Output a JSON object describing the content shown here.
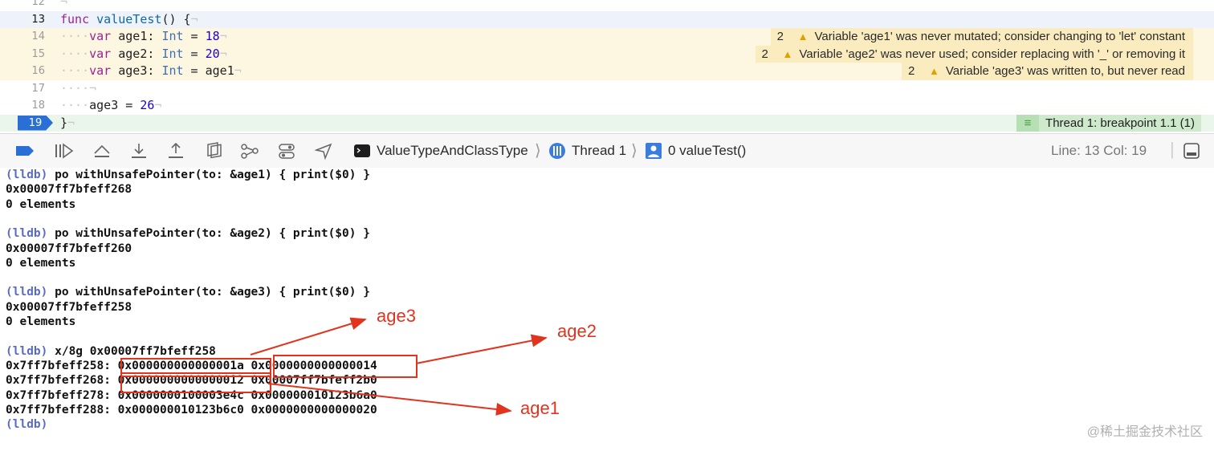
{
  "editor": {
    "lines": [
      {
        "num": "12",
        "text": "¬"
      },
      {
        "num": "13",
        "kw": "func",
        "name": "valueTest",
        "rest": "() {"
      },
      {
        "num": "14",
        "var": "var",
        "id": "age1",
        "type": "Int",
        "op": " = ",
        "val": "18"
      },
      {
        "num": "15",
        "var": "var",
        "id": "age2",
        "type": "Int",
        "op": " = ",
        "val": "20"
      },
      {
        "num": "16",
        "var": "var",
        "id": "age3",
        "type": "Int",
        "op": " = ",
        "val": "age1"
      },
      {
        "num": "17",
        "text": "····¬"
      },
      {
        "num": "18",
        "id": "age3",
        "op": " = ",
        "val": "26"
      },
      {
        "num": "19",
        "text": "}"
      }
    ],
    "warnings": [
      {
        "count": "2",
        "text": "Variable 'age1' was never mutated; consider changing to 'let' constant"
      },
      {
        "count": "2",
        "text": "Variable 'age2' was never used; consider replacing with '_' or removing it"
      },
      {
        "count": "2",
        "text": "Variable 'age3' was written to, but never read"
      }
    ],
    "breakpoint_note": "Thread 1: breakpoint 1.1 (1)"
  },
  "toolbar": {
    "target": "ValueTypeAndClassType",
    "thread": "Thread 1",
    "frame": "0 valueTest()",
    "line_col": "Line: 13  Col: 19"
  },
  "console": {
    "lines": [
      {
        "prompt": "(lldb)",
        "cmd": " po withUnsafePointer(to: &age1) { print($0) }"
      },
      {
        "text": "0x00007ff7bfeff268"
      },
      {
        "text": "0 elements"
      },
      {
        "text": ""
      },
      {
        "prompt": "(lldb)",
        "cmd": " po withUnsafePointer(to: &age2) { print($0) }"
      },
      {
        "text": "0x00007ff7bfeff260"
      },
      {
        "text": "0 elements"
      },
      {
        "text": ""
      },
      {
        "prompt": "(lldb)",
        "cmd": " po withUnsafePointer(to: &age3) { print($0) }"
      },
      {
        "text": "0x00007ff7bfeff258"
      },
      {
        "text": "0 elements"
      },
      {
        "text": ""
      },
      {
        "prompt": "(lldb)",
        "cmd": " x/8g 0x00007ff7bfeff258"
      },
      {
        "text": "0x7ff7bfeff258: 0x000000000000001a 0x0000000000000014"
      },
      {
        "text": "0x7ff7bfeff268: 0x0000000000000012 0x00007ff7bfeff2b0"
      },
      {
        "text": "0x7ff7bfeff278: 0x0000000100003e4c 0x000000010123b6a0"
      },
      {
        "text": "0x7ff7bfeff288: 0x000000010123b6c0 0x0000000000000020"
      },
      {
        "prompt": "(lldb)",
        "cmd": ""
      }
    ]
  },
  "annotations": {
    "age3": "age3",
    "age2": "age2",
    "age1": "age1",
    "color": "#e0341f"
  },
  "watermark": "@稀土掘金技术社区"
}
